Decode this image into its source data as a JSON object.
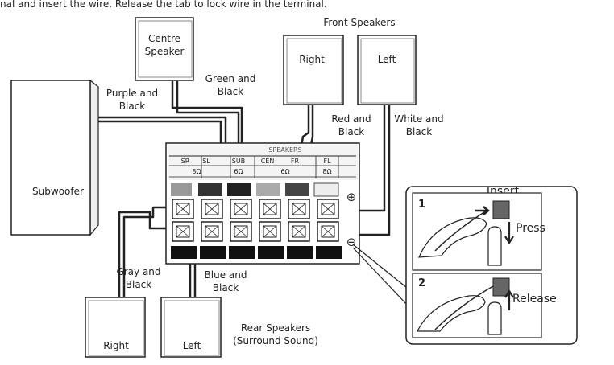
{
  "instruction_text": "nal and insert the wire. Release the tab to lock wire in the terminal.",
  "front_speakers": {
    "title": "Front Speakers",
    "right": "Right",
    "left": "Left"
  },
  "centre_speaker": {
    "line1": "Centre",
    "line2": "Speaker"
  },
  "subwoofer": {
    "label": "Subwoofer"
  },
  "rear_speakers": {
    "title_line1": "Rear Speakers",
    "title_line2": "(Surround Sound)",
    "right": "Right",
    "left": "Left"
  },
  "wire_labels": {
    "green_black": [
      "Green and",
      "Black"
    ],
    "purple_black": [
      "Purple and",
      "Black"
    ],
    "red_black": [
      "Red and",
      "Black"
    ],
    "white_black": [
      "White and",
      "Black"
    ],
    "gray_black": [
      "Gray and",
      "Black"
    ],
    "blue_black": [
      "Blue and",
      "Black"
    ]
  },
  "terminal_panel": {
    "header": "SPEAKERS",
    "channels": [
      "SR",
      "SL",
      "SUB",
      "CEN",
      "FR",
      "FL"
    ],
    "impedances": [
      "8Ω",
      "6Ω",
      "6Ω",
      "8Ω"
    ],
    "plus_symbol": "⊕",
    "minus_symbol": "⊖"
  },
  "inset": {
    "title": "Insert",
    "step1_number": "1",
    "step1_action": "Press",
    "step2_number": "2",
    "step2_action": "Release"
  }
}
